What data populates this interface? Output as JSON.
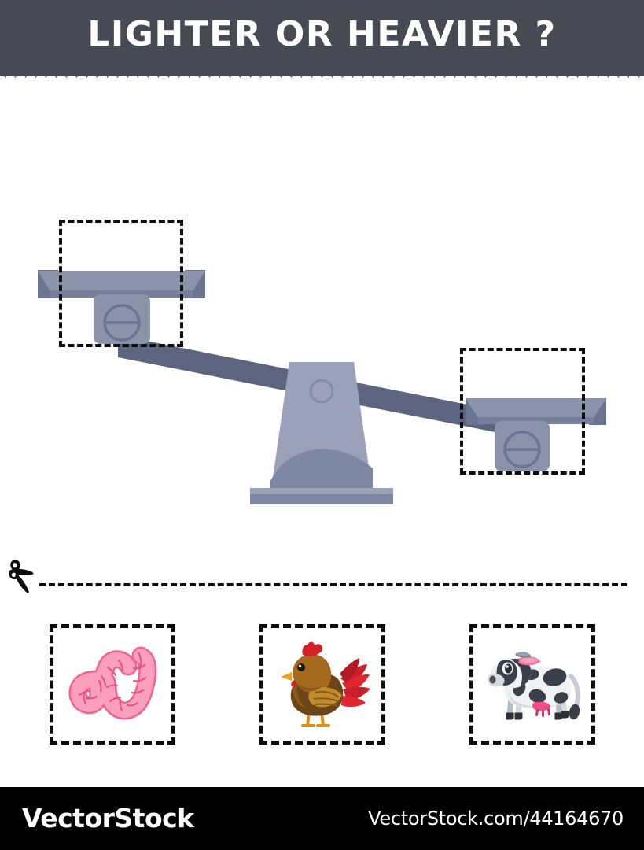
{
  "header": {
    "title": "LIGHTER OR HEAVIER ?",
    "bg_color": "#474a52",
    "text_color": "#fdfdfd",
    "zigzag_icon": "zigzag-edge"
  },
  "worksheet": {
    "kind": "compare-weight-balance-scale",
    "scale": {
      "icon": "balance-scale",
      "beam_color": "#5c6480",
      "pan_color": "#8b93ab",
      "pan_edge_color": "#6b7490",
      "base_color": "#9098b0",
      "base_shadow_color": "#7d86a3",
      "tilt": "left-side-down",
      "left_pan_label": "left-pan",
      "right_pan_label": "right-pan",
      "drop_zones": [
        {
          "name": "drop-zone-left",
          "side": "left",
          "state": "empty"
        },
        {
          "name": "drop-zone-right",
          "side": "right",
          "state": "empty"
        }
      ]
    },
    "cut_line": {
      "icon": "scissors-icon",
      "style": "dashed"
    },
    "answer_cards": [
      {
        "id": "worm",
        "label": "worm",
        "icon": "worm-icon",
        "colors": {
          "body": "#f98fb0",
          "shade": "#f06292",
          "line": "#d81b60"
        }
      },
      {
        "id": "chicken",
        "label": "chicken",
        "icon": "chicken-icon",
        "colors": {
          "body": "#8a5a1a",
          "body_light": "#a66a1e",
          "belly": "#6b4417",
          "comb": "#d32027",
          "beak": "#e8a317",
          "eye": "#1a1a1a"
        }
      },
      {
        "id": "cow",
        "label": "cow",
        "icon": "cow-icon",
        "colors": {
          "body": "#f2f2f4",
          "spots": "#3b3f4a",
          "shade": "#b9bcc4",
          "udder": "#ef4d86",
          "ear": "#f4719e",
          "horn": "#7c8494",
          "hoof": "#2e3138"
        }
      }
    ]
  },
  "footer": {
    "brand": "VectorStock",
    "url": "VectorStock.com/44164670",
    "bg_color": "#000000",
    "text_color": "#ffffff"
  }
}
